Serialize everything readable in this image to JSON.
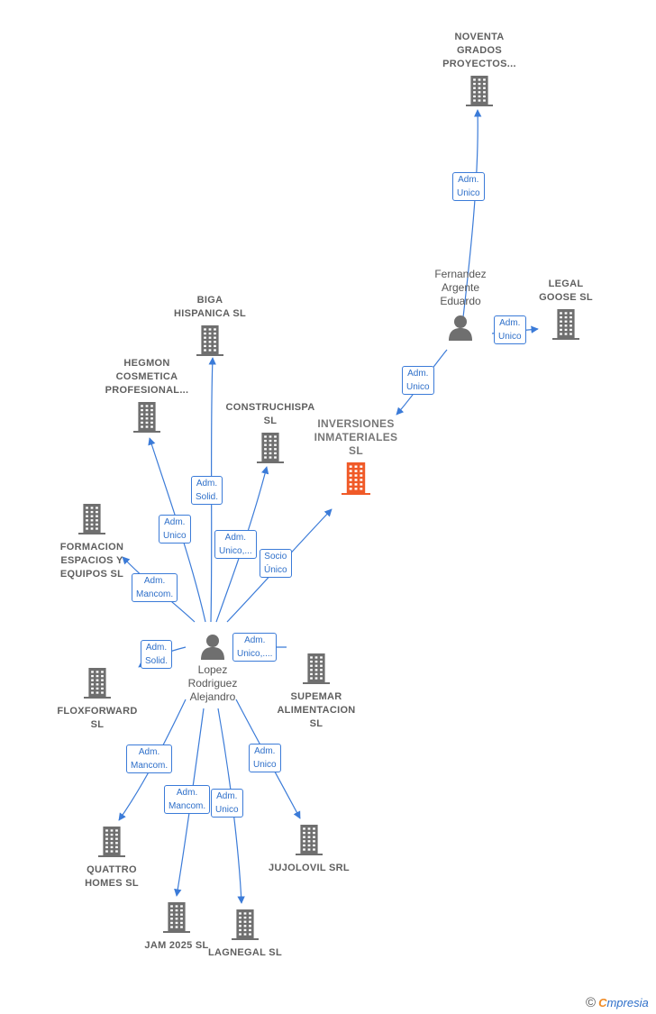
{
  "nodes": {
    "noventa": {
      "label": "NOVENTA\nGRADOS\nPROYECTOS..."
    },
    "legal_goose": {
      "label": "LEGAL\nGOOSE  SL"
    },
    "fernandez": {
      "label": "Fernandez\nArgente\nEduardo"
    },
    "biga": {
      "label": "BIGA\nHISPANICA  SL"
    },
    "hegmon": {
      "label": "HEGMON\nCOSMETICA\nPROFESIONAL..."
    },
    "construchispa": {
      "label": "CONSTRUCHISPA\nSL"
    },
    "inversiones": {
      "label": "INVERSIONES\nINMATERIALES\nSL"
    },
    "formacion": {
      "label": "FORMACION\nESPACIOS Y\nEQUIPOS  SL"
    },
    "lopez": {
      "label": "Lopez\nRodriguez\nAlejandro"
    },
    "floxforward": {
      "label": "FLOXFORWARD\nSL"
    },
    "supemar": {
      "label": "SUPEMAR\nALIMENTACION\nSL"
    },
    "quattro": {
      "label": "QUATTRO\nHOMES  SL"
    },
    "jujolovil": {
      "label": "JUJOLOVIL SRL"
    },
    "jam2025": {
      "label": "JAM 2025 SL"
    },
    "lagnegal": {
      "label": "LAGNEGAL  SL"
    }
  },
  "edges": {
    "fer_noventa": "Adm.\nUnico",
    "fer_legal": "Adm.\nUnico",
    "fer_inv": "Adm.\nUnico",
    "lop_biga": "Adm.\nSolid.",
    "lop_hegmon": "Adm.\nUnico",
    "lop_constr": "Adm.\nUnico,...",
    "lop_inv": "Socio\nÚnico",
    "lop_formacion": "Adm.\nMancom.",
    "lop_flox": "Adm.\nSolid.",
    "lop_supemar": "Adm.\nUnico,....",
    "lop_quattro": "Adm.\nMancom.",
    "lop_jam": "Adm.\nMancom.",
    "lop_lagnegal": "Adm.\nUnico",
    "lop_jujolovil": "Adm.\nUnico"
  },
  "colors": {
    "edge": "#3b7bd8",
    "building": "#6f6f6f",
    "focus": "#f05a28",
    "person": "#6f6f6f"
  },
  "brand": {
    "copyright": "©",
    "e": "C",
    "rest": "mpresia"
  }
}
